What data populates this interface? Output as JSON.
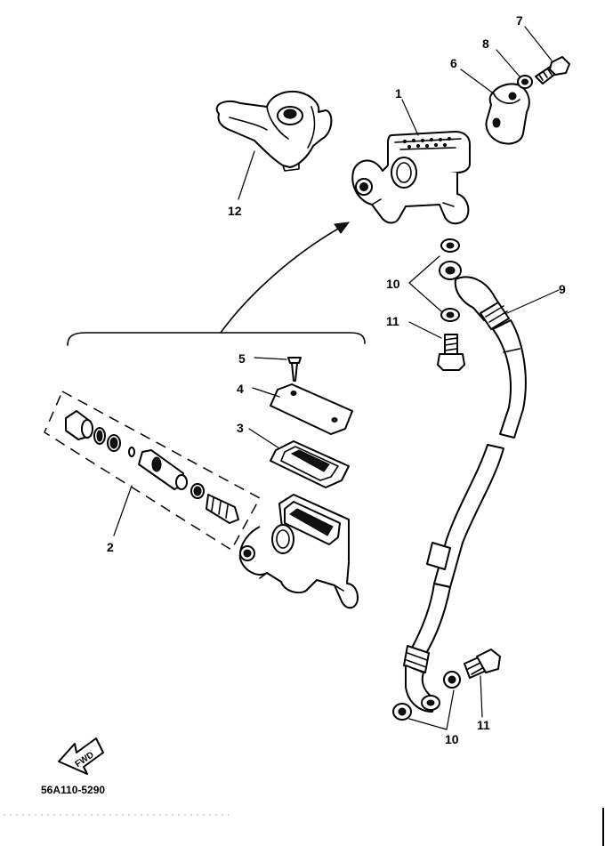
{
  "diagram": {
    "type": "exploded-parts-diagram",
    "callouts": {
      "c1": "1",
      "c2": "2",
      "c3": "3",
      "c4": "4",
      "c5": "5",
      "c6": "6",
      "c7": "7",
      "c8": "8",
      "c9": "9",
      "c10a": "10",
      "c10b": "10",
      "c11a": "11",
      "c11b": "11",
      "c12": "12"
    },
    "direction_badge": "FWD",
    "part_code": "56A110-5290"
  }
}
